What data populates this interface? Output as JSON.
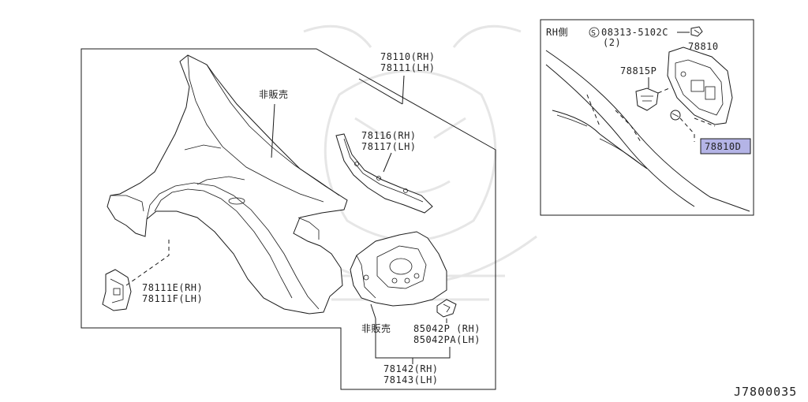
{
  "diagram_id": "J7800035",
  "main_panel": {
    "labels": {
      "fender_rh": "78110(RH)",
      "fender_lh": "78111(LH)",
      "not_for_sale_top": "非販売",
      "bracket_rh": "78116(RH)",
      "bracket_lh": "78117(LH)",
      "patch_rh": "78111E(RH)",
      "patch_lh": "78111F(LH)",
      "not_for_sale_bottom": "非販売",
      "small_bracket_rh": "85042P  (RH)",
      "small_bracket_lh": "85042PA(LH)",
      "housing_rh": "78142(RH)",
      "housing_lh": "78143(LH)"
    }
  },
  "inset_panel": {
    "side_label": "RH側",
    "screw_symbol": "S",
    "screw_part": "08313-5102C",
    "screw_qty": "(2)",
    "lid_part": "78810",
    "spring_part": "78815P",
    "highlight_part": "78810D",
    "highlight_color": "#b4b4e6"
  }
}
